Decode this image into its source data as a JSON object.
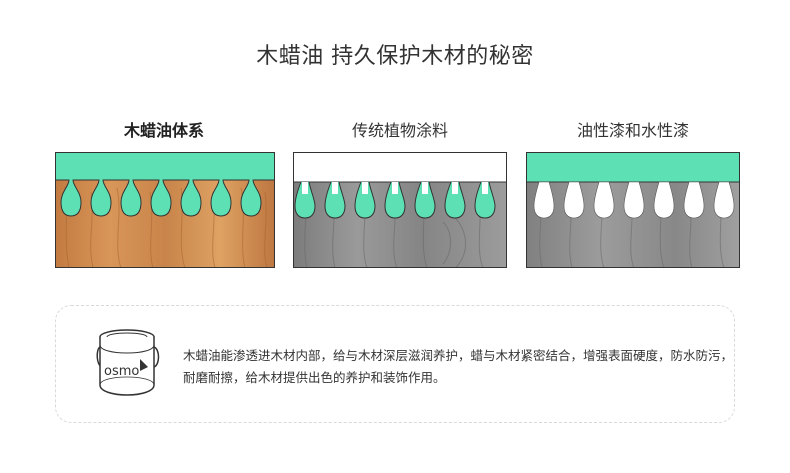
{
  "page": {
    "title": "木蜡油 持久保护木材的秘密"
  },
  "columns": [
    {
      "label": "木蜡油体系",
      "emphasis": true,
      "coating_color": "#5ce0b4",
      "wood": "natural-oak",
      "pore_fill": "#5ce0b4"
    },
    {
      "label": "传统植物涂料",
      "emphasis": false,
      "coating_color": "#ffffff",
      "wood": "grey-wood",
      "pore_fill": "#5ce0b4"
    },
    {
      "label": "油性漆和水性漆",
      "emphasis": false,
      "coating_color": "#5ce0b4",
      "wood": "grey-wood",
      "pore_fill": "#ffffff"
    }
  ],
  "note": {
    "logo_text": "osmo",
    "text": "木蜡油能渗透进木材内部，给与木材深层滋润养护，蜡与木材紧密结合，增强表面硬度，防水防污，耐磨耐擦，给木材提供出色的养护和装饰作用。"
  },
  "colors": {
    "accent": "#5ce0b4",
    "oak": "#c8844a",
    "grey_wood": "#8a8a8a",
    "text": "#333333"
  }
}
